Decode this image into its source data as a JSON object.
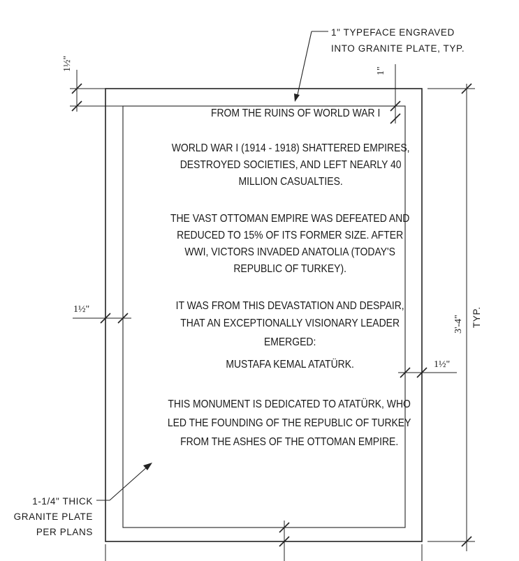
{
  "panel": {
    "heading": "FROM THE RUINS OF WORLD WAR I",
    "paragraph1": [
      "WORLD WAR I (1914 - 1918) SHATTERED EMPIRES,",
      "DESTROYED SOCIETIES, AND LEFT NEARLY 40",
      "MILLION CASUALTIES."
    ],
    "paragraph2": [
      "THE VAST OTTOMAN EMPIRE WAS DEFEATED AND",
      "REDUCED TO 15% OF ITS FORMER SIZE. AFTER",
      "WWI, VICTORS INVADED ANATOLIA (TODAY'S",
      "REPUBLIC OF TURKEY)."
    ],
    "paragraph3": [
      "IT WAS FROM THIS DEVASTATION AND DESPAIR,",
      "THAT AN EXCEPTIONALLY VISIONARY LEADER",
      "EMERGED:",
      "MUSTAFA KEMAL ATATÜRK."
    ],
    "paragraph4": [
      "THIS MONUMENT IS DEDICATED TO ATATÜRK, WHO",
      "LED THE FOUNDING OF  THE REPUBLIC OF TURKEY",
      "FROM THE ASHES OF   THE OTTOMAN EMPIRE."
    ]
  },
  "notes": {
    "typeface": [
      "1\" TYPEFACE ENGRAVED",
      "INTO GRANITE PLATE, TYP."
    ],
    "granite": [
      "1-1/4\" THICK",
      "GRANITE PLATE",
      "PER PLANS"
    ]
  },
  "dimensions": {
    "top_margin": "1½\"",
    "inner_offset": "1\"",
    "left_margin": "1½\"",
    "right_margin": "1½\"",
    "height": "3'-4\"",
    "height_note": "TYP."
  }
}
